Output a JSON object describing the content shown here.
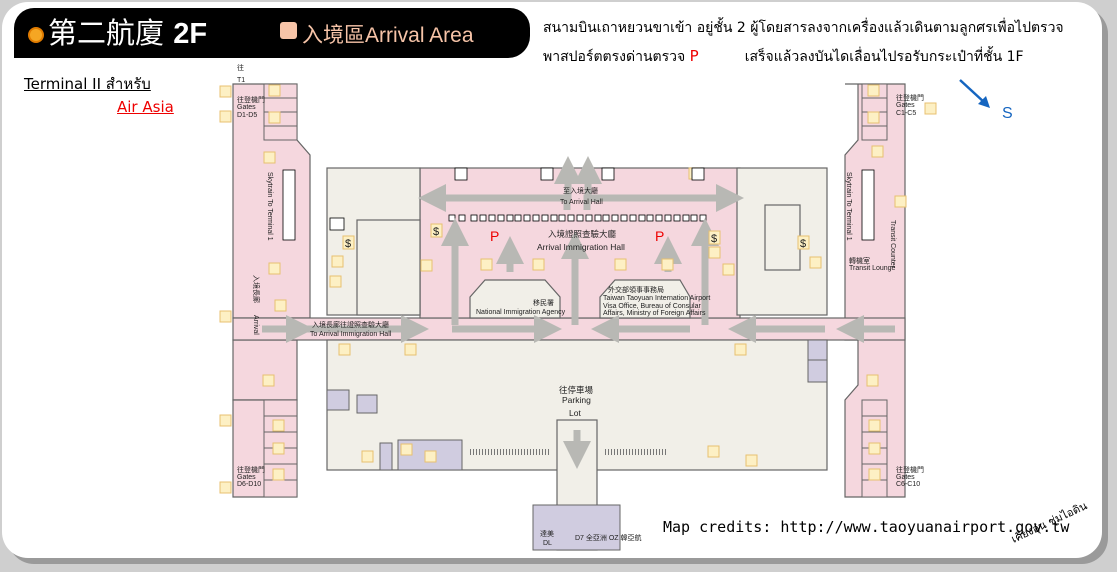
{
  "header": {
    "title_cn": "第二航廈",
    "title_floor": "2F",
    "area_label": "入境區Arrival Area",
    "area_color": "#f7c4a8"
  },
  "instructions": {
    "line1": "สนามบินเถาหยวนขาเข้า อยู่ชั้น 2 ผู้โดยสารลงจากเครื่องแล้วเดินตามลูกศรเพื่อไปตรวจ",
    "line2a": "พาสปอร์ตตรงด่านตรวจ",
    "line2_marker": "P",
    "line2b": "เสร็จแล้วลงบันไดเลื่อนไปรอรับกระเป๋าที่ชั้น 1F"
  },
  "note": {
    "terminal": "Terminal II สำหรับ",
    "airline": "Air Asia"
  },
  "compass": {
    "label": "S"
  },
  "map": {
    "to_t1_cn": "往",
    "to_t1": "T1",
    "gates_d1": {
      "cn": "往登機門",
      "en": "Gates",
      "range": "D1-D5"
    },
    "gates_d6": {
      "cn": "往登機門",
      "en": "Gates",
      "range": "D6-D10"
    },
    "gates_c1": {
      "cn": "往登機門",
      "en": "Gates",
      "range": "C1-C5"
    },
    "gates_c6": {
      "cn": "往登機門",
      "en": "Gates",
      "range": "C6-C10"
    },
    "skytrain_left": "Skytrain To Terminal 1",
    "skytrain_right": "Skytrain To Terminal 1",
    "arrival_corridor_cn": "入境長廊",
    "arrival_corridor_en": "Arrival",
    "to_immigration_cn": "入境長廊往證照查驗大廳",
    "to_immigration_en": "To Arrival Immigration Hall",
    "to_arrival_hall_cn": "至入境大廳",
    "to_arrival_hall_en": "To Arrival Hall",
    "immigration_hall_cn": "入境證照查驗大廳",
    "immigration_hall_en": "Arrival Immigration Hall",
    "passport_marker": "P",
    "nia_cn": "移民署",
    "nia_en": "National Immigration Agency",
    "visa_cn": "外交部領事事務局",
    "visa_en1": "Taiwan Taoyuan Internation Airport",
    "visa_en2": "Visa Office, Bureau of Consular",
    "visa_en3": "Affairs, Ministry of Foreign Affairs",
    "transit_lounge_cn": "轉機室",
    "transit_lounge_en": "Transit Lounge",
    "transit_counter": "Transit Counter",
    "parking_cn": "往停車場",
    "parking_en1": "Parking",
    "parking_en2": "Lot",
    "airline_dl_cn": "達美",
    "airline_dl": "DL",
    "airline_oz": "D7 全亞洲 OZ 韓亞航"
  },
  "credits": "Map credits: http://www.taoyuanairport.gov.tw",
  "signature": "เคียงอุ่น ชุ่มไอดิน",
  "colors": {
    "pink": "#f5d7de",
    "beige": "#f1efe8",
    "purple": "#d0cce0",
    "arrow": "#b8b8b4",
    "wall": "#666666"
  }
}
